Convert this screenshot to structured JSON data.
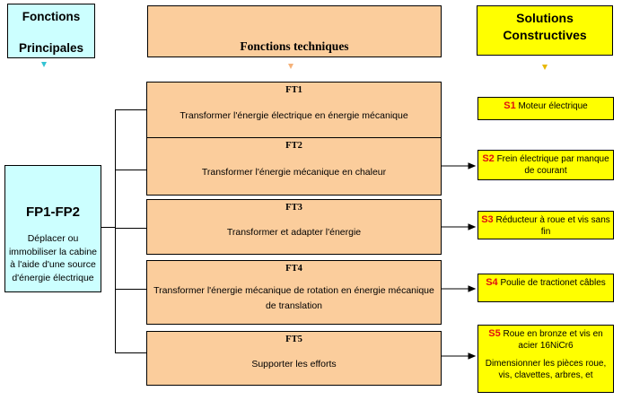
{
  "headers": {
    "fp_line1": "Fonctions",
    "fp_line2": "Principales",
    "ft": "Fonctions techniques",
    "sc_line1": "Solutions",
    "sc_line2": "Constructives"
  },
  "colors": {
    "fp": "#ccffff",
    "ft": "#fbcd9c",
    "sc": "#ffff00",
    "solution_number": "#e01010"
  },
  "fp": {
    "title": "FP1-FP2",
    "description": "Déplacer ou immobiliser la cabine à l'aide d'une source d'énergie électrique"
  },
  "fts": [
    {
      "code": "FT1",
      "label": "Transformer l'énergie électrique en énergie mécanique"
    },
    {
      "code": "FT2",
      "label": "Transformer l'énergie mécanique en chaleur"
    },
    {
      "code": "FT3",
      "label": "Transformer et adapter l'énergie"
    },
    {
      "code": "FT4",
      "label": "Transformer l'énergie mécanique de rotation en énergie mécanique de translation"
    },
    {
      "code": "FT5",
      "label": "Supporter les efforts"
    }
  ],
  "solutions": [
    {
      "num": "S1",
      "text": " Moteur électrique"
    },
    {
      "num": "S2",
      "text": " Frein électrique par manque de courant"
    },
    {
      "num": "S3",
      "text": " Réducteur à roue et vis sans fin"
    },
    {
      "num": "S4",
      "text": " Poulie de tractionet câbles"
    },
    {
      "num": "S5",
      "text": " Roue en bronze et vis en acier 16NiCr6",
      "extra": "Dimensionner les pièces roue, vis, clavettes, arbres, et"
    }
  ]
}
